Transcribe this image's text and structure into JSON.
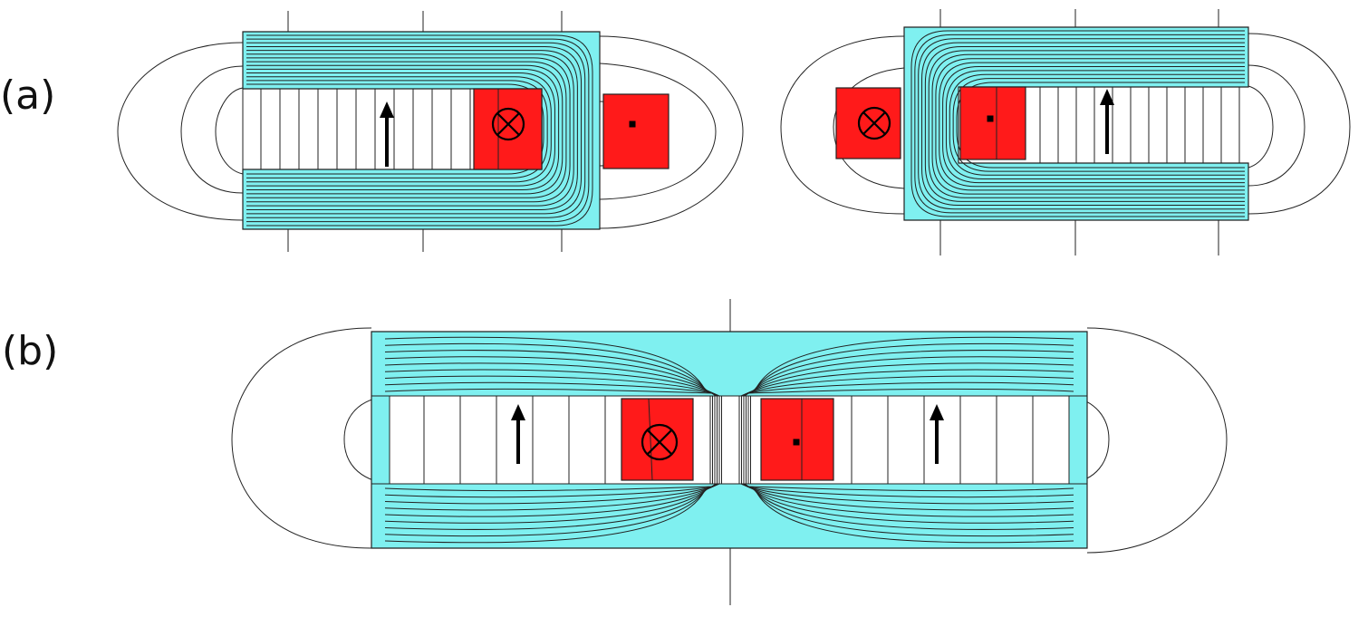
{
  "figure": {
    "panels": [
      {
        "id": "a",
        "label": "(a)"
      },
      {
        "id": "b",
        "label": "(b)"
      }
    ],
    "colors": {
      "core": "#7ff0f0",
      "coil": "#ff1a1a",
      "field_line": "#222222",
      "outline": "#222222",
      "arrow": "#000000"
    },
    "symbols": {
      "current_into_page": "cross-circle-icon",
      "current_out_of_page": "dot-icon",
      "magnetization": "up-arrow-icon"
    }
  }
}
